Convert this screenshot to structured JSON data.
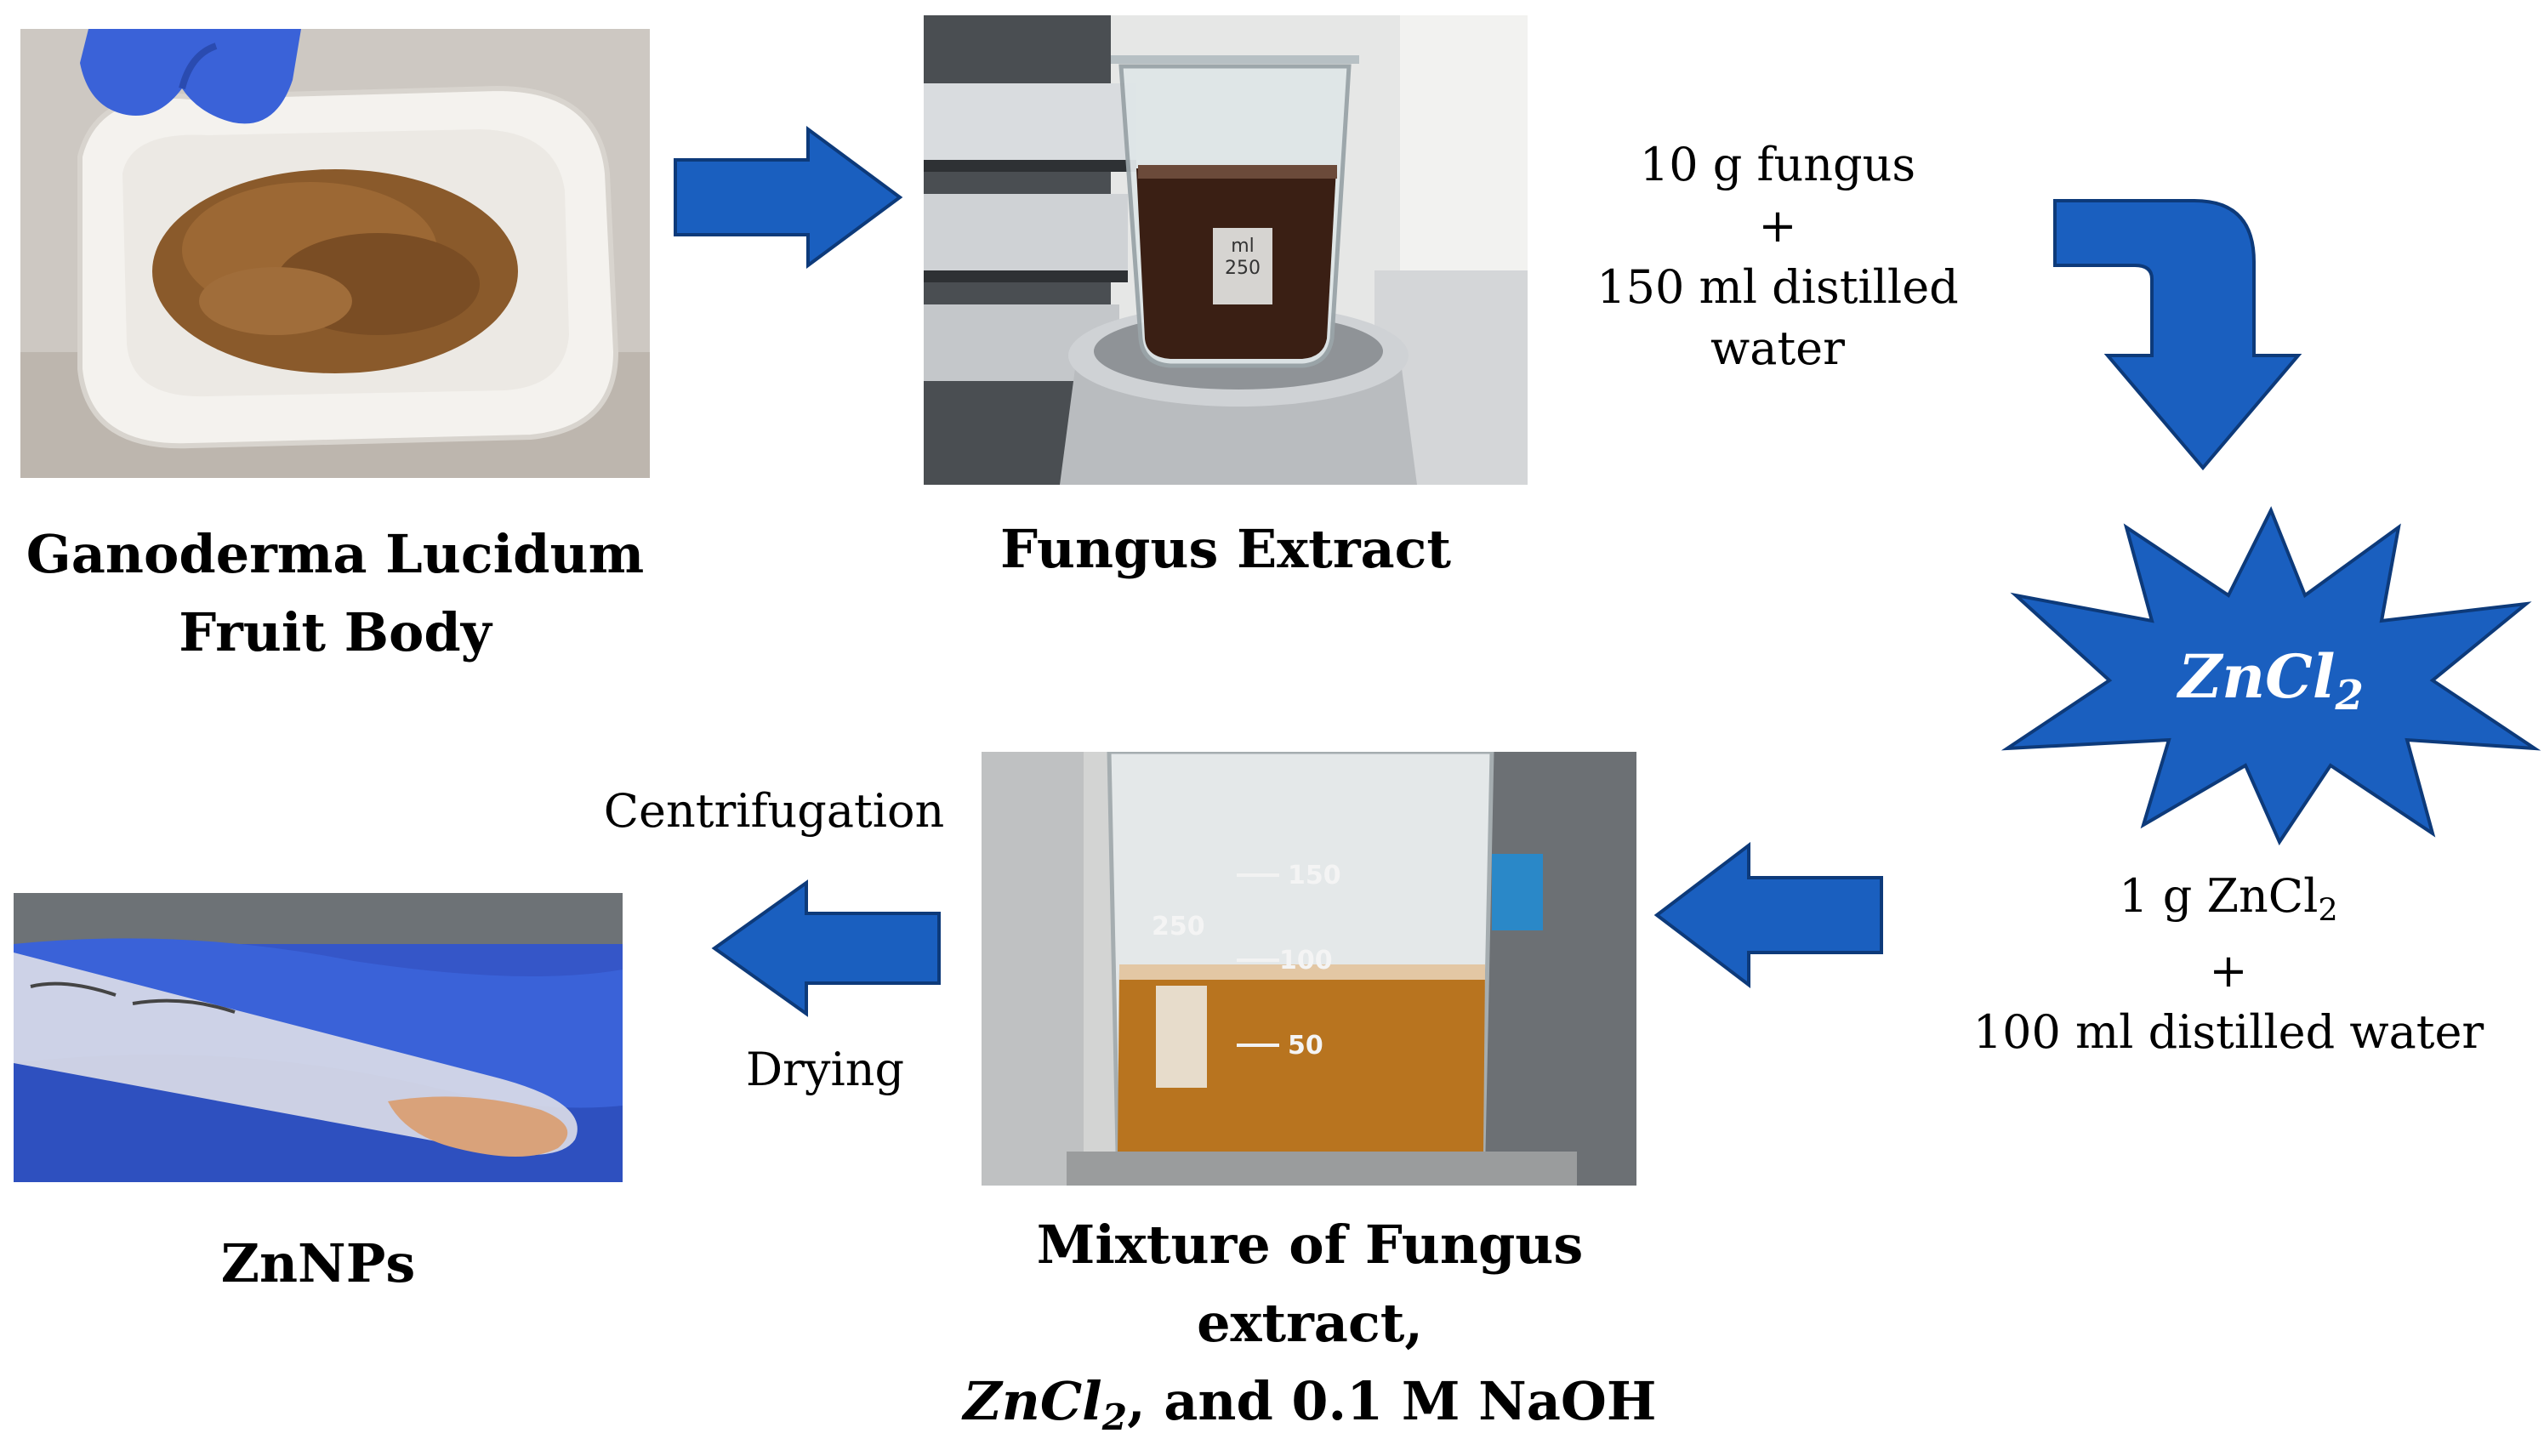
{
  "colors": {
    "arrow_fill": "#1a5fbf",
    "arrow_stroke": "#0d3a7a",
    "glove": "#3a62d8",
    "powder": "#8a5a2b",
    "extract": "#3a1f14",
    "mixture": "#b8741f",
    "nanoparticles": "#d9a27a"
  },
  "steps": {
    "raw_material": {
      "caption_line1": "Ganoderma Lucidum",
      "caption_line2": "Fruit Body"
    },
    "extract": {
      "caption": "Fungus Extract"
    },
    "extract_recipe": {
      "line1": "10 g fungus",
      "plus": "+",
      "line2": "150 ml distilled",
      "line3": "water"
    },
    "reagent": {
      "label_main": "ZnCl",
      "label_sub": "2"
    },
    "reagent_recipe": {
      "line1_a": "1 g  ZnCl",
      "line1_sub": "2",
      "plus": "+",
      "line2": "100 ml distilled water"
    },
    "mixture": {
      "caption_line1": "Mixture of Fungus extract,",
      "formula_main": "ZnCl",
      "formula_sub": "2",
      "caption_line2_rest": ", and 0.1 M NaOH"
    },
    "processing": {
      "top": "Centrifugation",
      "bottom": "Drying"
    },
    "product": {
      "caption": "ZnNPs"
    }
  },
  "beaker_marks": {
    "extract_beaker": [
      "250",
      "ml"
    ],
    "mixture_beaker": [
      "150",
      "100",
      "50",
      "250"
    ]
  }
}
